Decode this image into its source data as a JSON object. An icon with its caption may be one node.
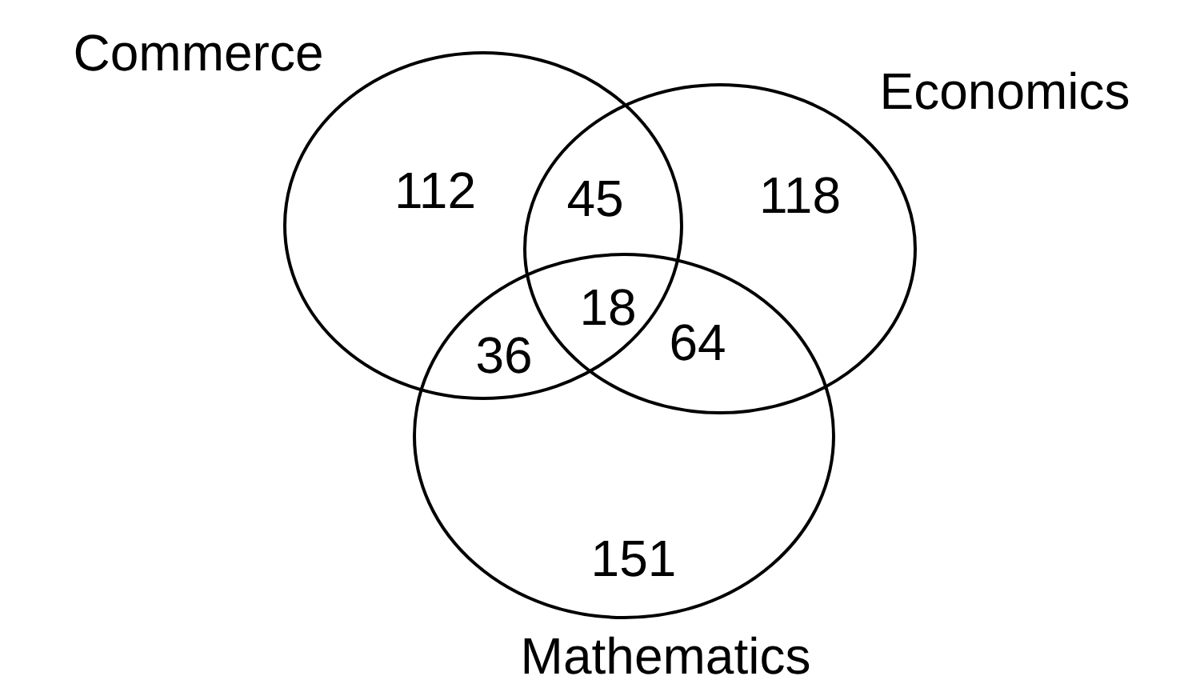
{
  "diagram": {
    "nodes": [
      {
        "text": [
          "Commerce"
        ]
      },
      {
        "text": [
          "Economics"
        ]
      },
      {
        "text": [
          "Mathematics"
        ]
      }
    ],
    "labels": [
      "112",
      "45",
      "118",
      "18",
      "36",
      "64",
      "151"
    ]
  }
}
